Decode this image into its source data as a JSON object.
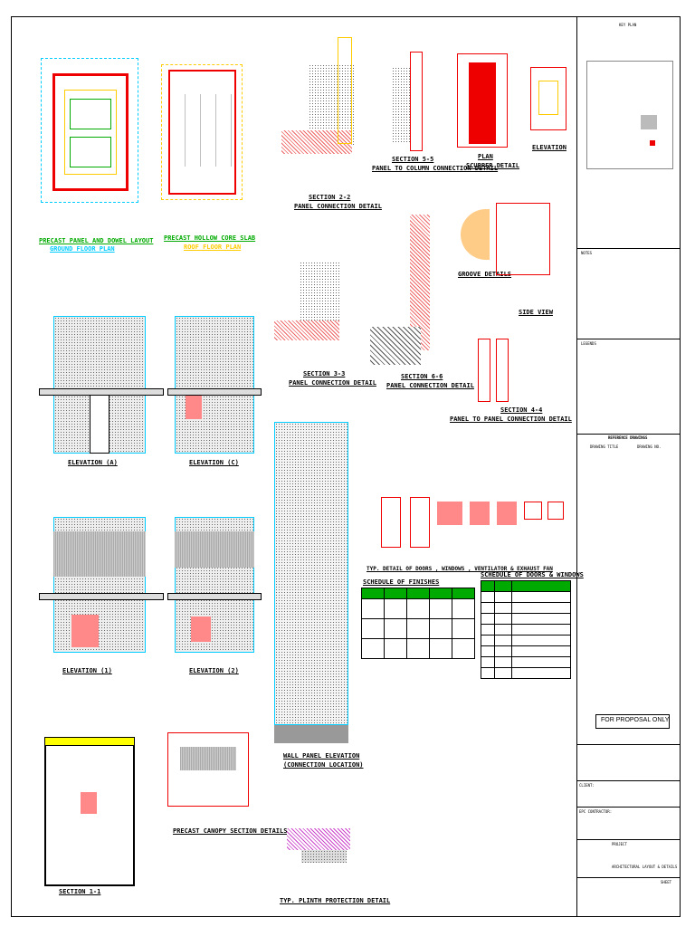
{
  "titles": {
    "precast_panel_layout": "PRECAST PANEL AND DOWEL LAYOUT",
    "ground_floor_plan": "GROUND FLOOR PLAN",
    "hollow_core_slab": "PRECAST HOLLOW CORE SLAB",
    "roof_floor_plan": "ROOF FLOOR PLAN",
    "section_2_2": "SECTION 2-2",
    "panel_connection_detail": "PANEL CONNECTION DETAIL",
    "section_5_5": "SECTION 5-5",
    "panel_to_column": "PANEL TO COLUMN CONNECTION DETAIL",
    "plan": "PLAN",
    "scupper_detail": "SCUPPER DETAIL",
    "elevation": "ELEVATION",
    "groove_details": "GROOVE DETAILS",
    "side_view": "SIDE VIEW",
    "section_3_3": "SECTION 3-3",
    "section_6_6": "SECTION 6-6",
    "section_4_4": "SECTION 4-4",
    "panel_to_panel": "PANEL TO PANEL CONNECTION DETAIL",
    "elev_a": "ELEVATION (A)",
    "elev_c": "ELEVATION (C)",
    "elev_1": "ELEVATION (1)",
    "elev_2": "ELEVATION (2)",
    "section_1_1": "SECTION 1-1",
    "canopy": "PRECAST CANOPY SECTION DETAILS",
    "wall_panel_elev": "WALL PANEL ELEVATION",
    "connection_location": "(CONNECTION LOCATION)",
    "plinth": "TYP. PLINTH PROTECTION DETAIL",
    "typ_doors": "TYP. DETAIL OF DOORS , WINDOWS , VENTILATOR & EXHAUST FAN",
    "sched_finishes": "SCHEDULE OF FINISHES",
    "sched_doors": "SCHEDULE OF DOORS & WINDOWS"
  },
  "right_panel": {
    "key_plan": "KEY PLAN",
    "notes": "NOTES",
    "legends": "LEGENDS",
    "reference_drawings": "REFERENCE DRAWINGS",
    "drawing_title": "DRAWING TITLE",
    "drawing_no": "DRAWING NO.",
    "proposal": "FOR PROPOSAL ONLY",
    "client": "CLIENT:",
    "epc": "EPC CONTRACTOR:",
    "project": "PROJECT",
    "drawing_title_block": "ARCHITECTURAL LAYOUT & DETAILS",
    "sheet": "SHEET"
  }
}
